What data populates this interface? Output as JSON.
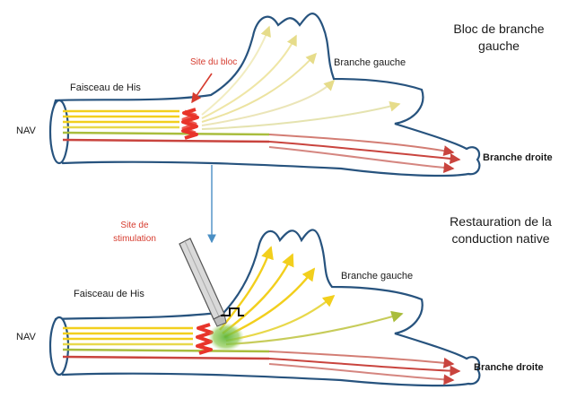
{
  "top": {
    "title": "Bloc de branche gauche",
    "nav": "NAV",
    "his": "Faisceau de His",
    "site": "Site du bloc",
    "left_branch": "Branche gauche",
    "right_branch": "Branche droite"
  },
  "bottom": {
    "title": "Restauration de la conduction native",
    "nav": "NAV",
    "his": "Faisceau de His",
    "site": "Site de stimulation",
    "left_branch": "Branche gauche",
    "right_branch": "Branche droite"
  },
  "colors": {
    "outline": "#27537e",
    "block": "#e8342a",
    "yellow": "#f2cf1d",
    "pale_yellow": "#ece6a4",
    "green": "#a9bd3d",
    "red_line": "#c9443e",
    "arrow": "#4a8fc4",
    "stim_green": "#7fc242"
  }
}
